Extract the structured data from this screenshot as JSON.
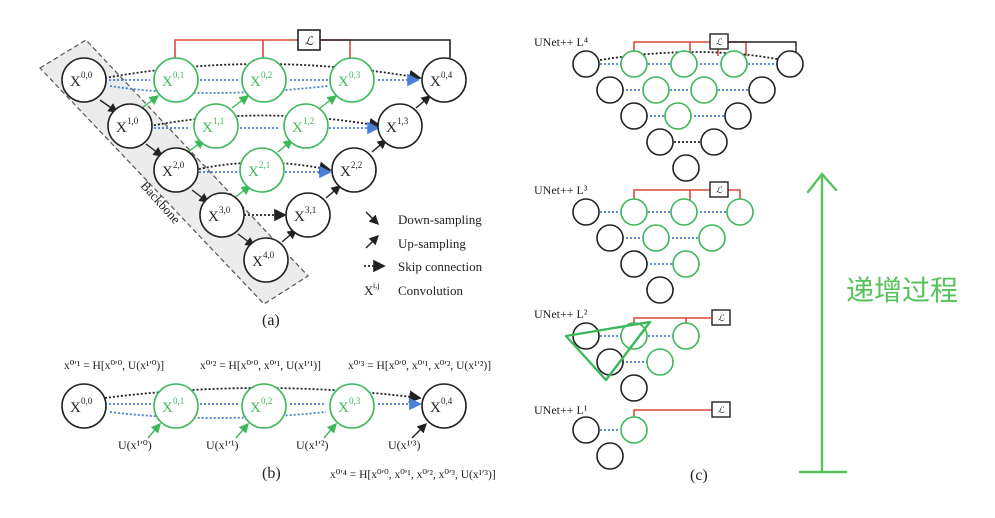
{
  "panel_a": {
    "caption": "(a)",
    "backbone_label": "Backbone",
    "loss_label": "ℒ",
    "nodes": [
      {
        "id": "0,0",
        "label": "X",
        "sup": "0,0",
        "green": false
      },
      {
        "id": "1,0",
        "label": "X",
        "sup": "1,0",
        "green": false
      },
      {
        "id": "2,0",
        "label": "X",
        "sup": "2,0",
        "green": false
      },
      {
        "id": "3,0",
        "label": "X",
        "sup": "3,0",
        "green": false
      },
      {
        "id": "4,0",
        "label": "X",
        "sup": "4,0",
        "green": false
      },
      {
        "id": "0,1",
        "label": "X",
        "sup": "0,1",
        "green": true
      },
      {
        "id": "0,2",
        "label": "X",
        "sup": "0,2",
        "green": true
      },
      {
        "id": "0,3",
        "label": "X",
        "sup": "0,3",
        "green": true
      },
      {
        "id": "0,4",
        "label": "X",
        "sup": "0,4",
        "green": false
      },
      {
        "id": "1,1",
        "label": "X",
        "sup": "1,1",
        "green": true
      },
      {
        "id": "1,2",
        "label": "X",
        "sup": "1,2",
        "green": true
      },
      {
        "id": "1,3",
        "label": "X",
        "sup": "1,3",
        "green": false
      },
      {
        "id": "2,1",
        "label": "X",
        "sup": "2,1",
        "green": true
      },
      {
        "id": "2,2",
        "label": "X",
        "sup": "2,2",
        "green": false
      },
      {
        "id": "3,1",
        "label": "X",
        "sup": "3,1",
        "green": false
      }
    ],
    "legend": [
      {
        "key": "down",
        "label": "Down-sampling"
      },
      {
        "key": "up",
        "label": "Up-sampling"
      },
      {
        "key": "skip",
        "label": "Skip connection"
      },
      {
        "key": "conv",
        "symbol": "X",
        "symbol_sup": "i,j",
        "label": "Convolution"
      }
    ]
  },
  "panel_b": {
    "caption": "(b)",
    "formulas": {
      "f1": "x⁰ʹ¹ = H[x⁰ʹ⁰, U(x¹ʹ⁰)]",
      "f2": "x⁰ʹ² = H[x⁰ʹ⁰, x⁰ʹ¹, U(x¹ʹ¹)]",
      "f3": "x⁰ʹ³ = H[x⁰ʹ⁰, x⁰ʹ¹, x⁰ʹ², U(x¹ʹ²)]",
      "f4": "x⁰ʹ⁴ = H[x⁰ʹ⁰, x⁰ʹ¹, x⁰ʹ², x⁰ʹ³, U(x¹ʹ³)]"
    },
    "up_labels": [
      "U(x¹ʹ⁰)",
      "U(x¹ʹ¹)",
      "U(x¹ʹ²)",
      "U(x¹ʹ³)"
    ],
    "nodes": [
      {
        "label": "X",
        "sup": "0,0",
        "green": false
      },
      {
        "label": "X",
        "sup": "0,1",
        "green": true
      },
      {
        "label": "X",
        "sup": "0,2",
        "green": true
      },
      {
        "label": "X",
        "sup": "0,3",
        "green": true
      },
      {
        "label": "X",
        "sup": "0,4",
        "green": false
      }
    ]
  },
  "panel_c": {
    "caption": "(c)",
    "titles": [
      "UNet++ L⁴",
      "UNet++ L³",
      "UNet++ L²",
      "UNet++ L¹"
    ],
    "loss_label": "ℒ"
  },
  "annotation": {
    "handwritten": "递增过程",
    "color": "#55c25a"
  },
  "colors": {
    "green": "#3cb85a",
    "red": "#d94a3a",
    "blue": "#4a7fd6",
    "black": "#222222"
  }
}
